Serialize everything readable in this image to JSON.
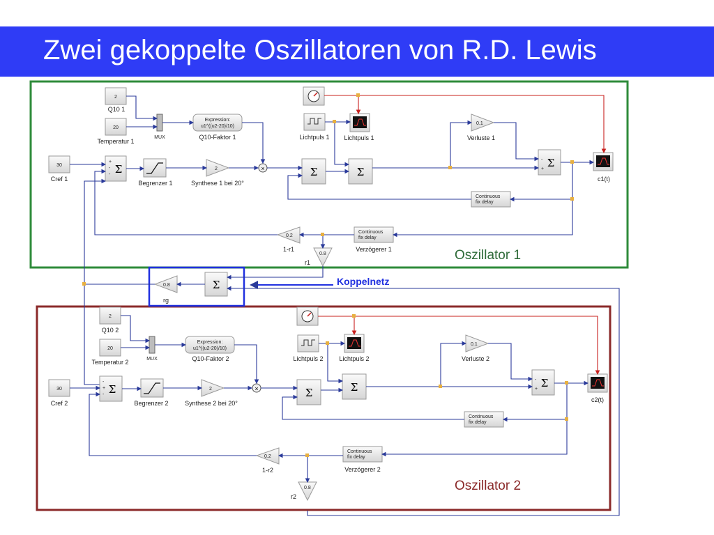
{
  "title": "Zwei gekoppelte Oszillatoren von R.D. Lewis",
  "colors": {
    "title_bar": "#2f3cf6",
    "oszillator1_frame": "#2e8b3a",
    "oszillator2_frame": "#8b2a2a",
    "koppel_frame": "#2030e0"
  },
  "oszillator1": {
    "label": "Oszillator 1",
    "q10_value": "2",
    "q10_label": "Q10 1",
    "temp_value": "20",
    "temp_label": "Temperatur 1",
    "mux_label": "MUX",
    "expr_line1": "Expression:",
    "expr_line2": "u1^((u2-20)/10)",
    "expr_label": "Q10-Faktor 1",
    "cref_value": "30",
    "cref_label": "Cref 1",
    "begrenzer_label": "Begrenzer 1",
    "synthese_gain": "2",
    "synthese_label": "Synthese 1 bei 20°",
    "lichtpuls_label": "Lichtpuls 1",
    "lichtpuls_scope_label": "Lichtpuls 1",
    "verluste_gain": "0.1",
    "verluste_label": "Verluste 1",
    "c_label": "c1(t)",
    "delay_line1": "Continuous",
    "delay_line2": "fix delay",
    "verz_label": "Verzögerer 1",
    "r_gain": "0.2",
    "r_label": "1-r1",
    "r1_gain": "0.8",
    "r1_label": "r1"
  },
  "koppel": {
    "label": "Koppelnetz",
    "gain": "0.8",
    "gain_label": "rg"
  },
  "oszillator2": {
    "label": "Oszillator 2",
    "q10_value": "2",
    "q10_label": "Q10 2",
    "temp_value": "20",
    "temp_label": "Temperatur 2",
    "mux_label": "MUX",
    "expr_line1": "Expression:",
    "expr_line2": "u1^((u2-20)/10)",
    "expr_label": "Q10-Faktor 2",
    "cref_value": "30",
    "cref_label": "Cref 2",
    "begrenzer_label": "Begrenzer 2",
    "synthese_gain": "2",
    "synthese_label": "Synthese 2 bei 20°",
    "lichtpuls_label": "Lichtpuls 2",
    "lichtpuls_scope_label": "Lichtpuls 2",
    "verluste_gain": "0.1",
    "verluste_label": "Verluste 2",
    "c_label": "c2(t)",
    "delay_line1": "Continuous",
    "delay_line2": "fix delay",
    "verz_label": "Verzögerer 2",
    "r_gain": "0.2",
    "r_label": "1-r2",
    "r2_gain": "0.8",
    "r2_label": "r2"
  },
  "symbols": {
    "sum": "Σ",
    "plus": "+",
    "minus": "-",
    "multiply": "×"
  }
}
